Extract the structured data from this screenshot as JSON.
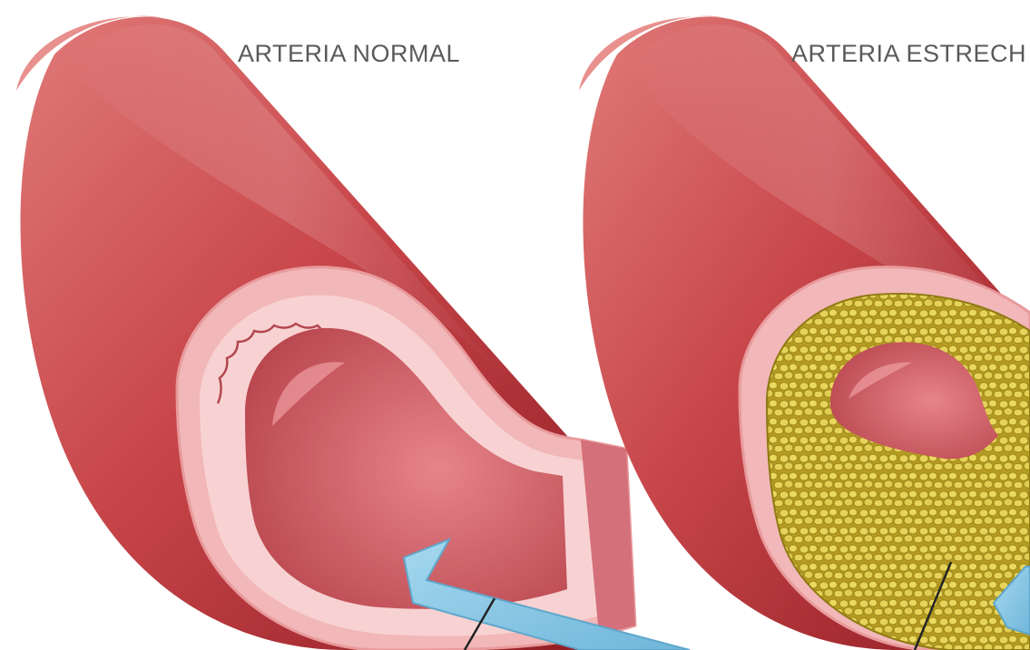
{
  "labels": {
    "normal": "ARTERIA NORMAL",
    "narrowed": "ARTERIA ESTRECH"
  },
  "colors": {
    "background": "#ffffff",
    "artery_outer_dark": "#9a1f24",
    "artery_outer_mid": "#c8464a",
    "artery_outer_light": "#e07a78",
    "wall_pink": "#f2b7b8",
    "wall_light": "#f8d2d2",
    "lumen_pink": "#d8656c",
    "plaque_yellow": "#d9c23b",
    "plaque_dark": "#a98f1e",
    "blood_flow_arrow": "#7ec3e3",
    "label_text": "#5a5a5a"
  },
  "illustrations": [
    {
      "name": "normal-artery",
      "label_ref": "labels.normal",
      "has_plaque": false
    },
    {
      "name": "narrowed-artery",
      "label_ref": "labels.narrowed",
      "has_plaque": true
    }
  ]
}
